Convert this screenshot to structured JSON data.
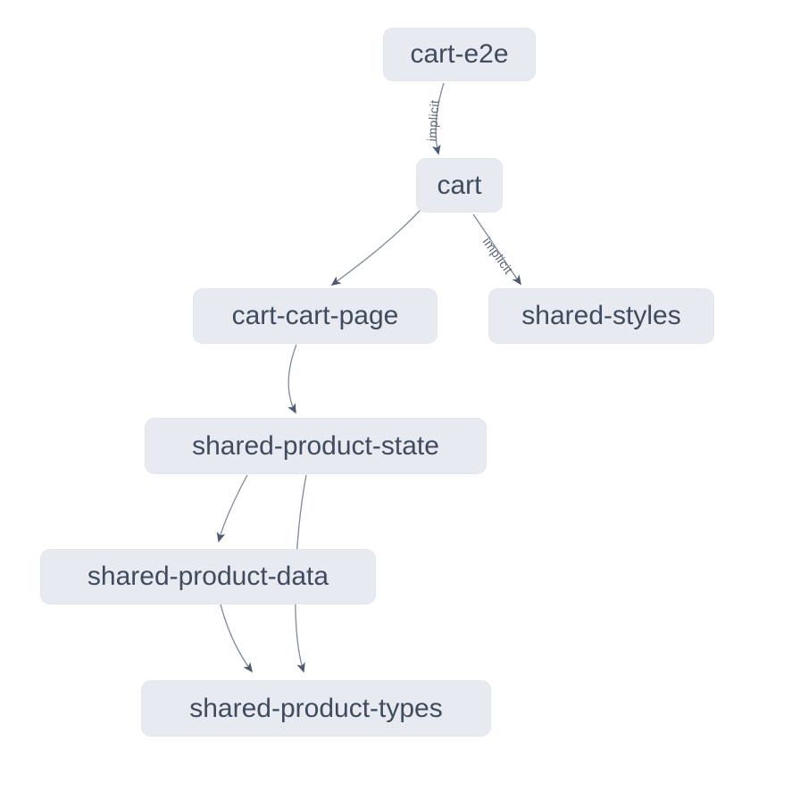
{
  "app": {
    "view": "project-dependency-graph"
  },
  "styles": {
    "canvas_background": "#ffffff",
    "node_fill": "#e7eaf0",
    "node_text_color": "#414b5e",
    "edge_line_color": "#7e899c",
    "arrowhead_color": "#4d5970",
    "edge_label_color": "#5c6678"
  },
  "nodes": [
    {
      "id": "cart-e2e",
      "label": "cart-e2e"
    },
    {
      "id": "cart",
      "label": "cart"
    },
    {
      "id": "cart-cart-page",
      "label": "cart-cart-page"
    },
    {
      "id": "shared-styles",
      "label": "shared-styles"
    },
    {
      "id": "shared-product-state",
      "label": "shared-product-state"
    },
    {
      "id": "shared-product-data",
      "label": "shared-product-data"
    },
    {
      "id": "shared-product-types",
      "label": "shared-product-types"
    }
  ],
  "edges": [
    {
      "from": "cart-e2e",
      "to": "cart",
      "label": "implicit"
    },
    {
      "from": "cart",
      "to": "cart-cart-page",
      "label": ""
    },
    {
      "from": "cart",
      "to": "shared-styles",
      "label": "implicit"
    },
    {
      "from": "cart-cart-page",
      "to": "shared-product-state",
      "label": ""
    },
    {
      "from": "shared-product-state",
      "to": "shared-product-data",
      "label": ""
    },
    {
      "from": "shared-product-state",
      "to": "shared-product-types",
      "label": ""
    },
    {
      "from": "shared-product-data",
      "to": "shared-product-types",
      "label": ""
    }
  ]
}
